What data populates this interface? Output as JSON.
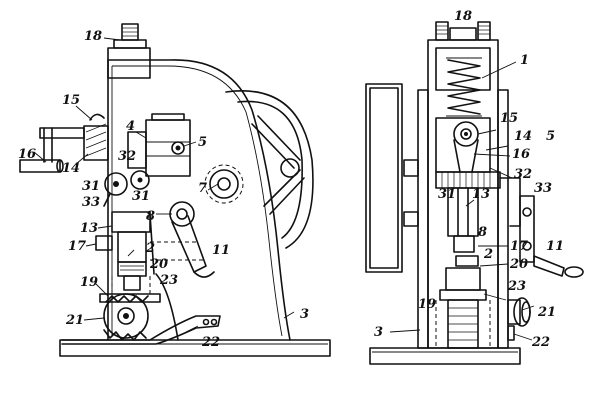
{
  "figures": [
    {
      "id": "side-view",
      "labels": [
        {
          "key": "n18",
          "text": "18"
        },
        {
          "key": "n15",
          "text": "15"
        },
        {
          "key": "n16",
          "text": "16"
        },
        {
          "key": "n14",
          "text": "14"
        },
        {
          "key": "n4",
          "text": "4"
        },
        {
          "key": "n5",
          "text": "5"
        },
        {
          "key": "n32",
          "text": "32"
        },
        {
          "key": "n31a",
          "text": "31"
        },
        {
          "key": "n31b",
          "text": "31"
        },
        {
          "key": "n33",
          "text": "33"
        },
        {
          "key": "n7",
          "text": "7"
        },
        {
          "key": "n8",
          "text": "8"
        },
        {
          "key": "n13",
          "text": "13"
        },
        {
          "key": "n17",
          "text": "17"
        },
        {
          "key": "n2",
          "text": "2"
        },
        {
          "key": "n20",
          "text": "20"
        },
        {
          "key": "n23",
          "text": "23"
        },
        {
          "key": "n11",
          "text": "11"
        },
        {
          "key": "n19",
          "text": "19"
        },
        {
          "key": "n21",
          "text": "21"
        },
        {
          "key": "n22",
          "text": "22"
        },
        {
          "key": "n3",
          "text": "3"
        }
      ]
    },
    {
      "id": "front-view",
      "labels": [
        {
          "key": "n18",
          "text": "18"
        },
        {
          "key": "n1",
          "text": "1"
        },
        {
          "key": "n15",
          "text": "15"
        },
        {
          "key": "n14",
          "text": "14"
        },
        {
          "key": "n5",
          "text": "5"
        },
        {
          "key": "n16",
          "text": "16"
        },
        {
          "key": "n32",
          "text": "32"
        },
        {
          "key": "n33",
          "text": "33"
        },
        {
          "key": "n31",
          "text": "31"
        },
        {
          "key": "n13",
          "text": "13"
        },
        {
          "key": "n8",
          "text": "8"
        },
        {
          "key": "n17",
          "text": "17"
        },
        {
          "key": "n11",
          "text": "11"
        },
        {
          "key": "n2",
          "text": "2"
        },
        {
          "key": "n20",
          "text": "20"
        },
        {
          "key": "n23",
          "text": "23"
        },
        {
          "key": "n19",
          "text": "19"
        },
        {
          "key": "n21",
          "text": "21"
        },
        {
          "key": "n3",
          "text": "3"
        },
        {
          "key": "n22",
          "text": "22"
        }
      ]
    }
  ]
}
